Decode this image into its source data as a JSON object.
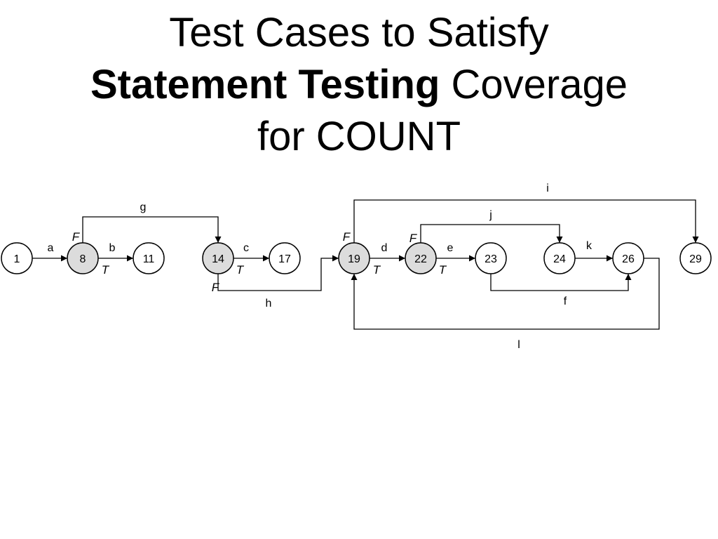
{
  "slide": {
    "title_line1": "Test Cases to Satisfy",
    "title_line2_bold": "Statement Testing",
    "title_line2_rest": "Coverage",
    "title_line3": "for COUNT"
  },
  "diagram": {
    "nodes": [
      {
        "id": "1",
        "label": "1",
        "shaded": false
      },
      {
        "id": "8",
        "label": "8",
        "shaded": true
      },
      {
        "id": "11",
        "label": "11",
        "shaded": false
      },
      {
        "id": "14",
        "label": "14",
        "shaded": true
      },
      {
        "id": "17",
        "label": "17",
        "shaded": false
      },
      {
        "id": "19",
        "label": "19",
        "shaded": true
      },
      {
        "id": "22",
        "label": "22",
        "shaded": true
      },
      {
        "id": "23",
        "label": "23",
        "shaded": false
      },
      {
        "id": "24",
        "label": "24",
        "shaded": false
      },
      {
        "id": "26",
        "label": "26",
        "shaded": false
      },
      {
        "id": "29",
        "label": "29",
        "shaded": false
      }
    ],
    "edges": [
      {
        "id": "a",
        "label": "a",
        "from": "1",
        "to": "8"
      },
      {
        "id": "b",
        "label": "b",
        "from": "8",
        "to": "11"
      },
      {
        "id": "g",
        "label": "g",
        "from": "8",
        "to": "14"
      },
      {
        "id": "c",
        "label": "c",
        "from": "14",
        "to": "17"
      },
      {
        "id": "h",
        "label": "h",
        "from": "14",
        "to": "19"
      },
      {
        "id": "d",
        "label": "d",
        "from": "19",
        "to": "22"
      },
      {
        "id": "i",
        "label": "i",
        "from": "19",
        "to": "29"
      },
      {
        "id": "e",
        "label": "e",
        "from": "22",
        "to": "23"
      },
      {
        "id": "j",
        "label": "j",
        "from": "22",
        "to": "24"
      },
      {
        "id": "f",
        "label": "f",
        "from": "23",
        "to": "26"
      },
      {
        "id": "k",
        "label": "k",
        "from": "24",
        "to": "26"
      },
      {
        "id": "l",
        "label": "l",
        "from": "26",
        "to": "19"
      }
    ],
    "branch_labels": {
      "true": "T",
      "false": "F"
    }
  }
}
